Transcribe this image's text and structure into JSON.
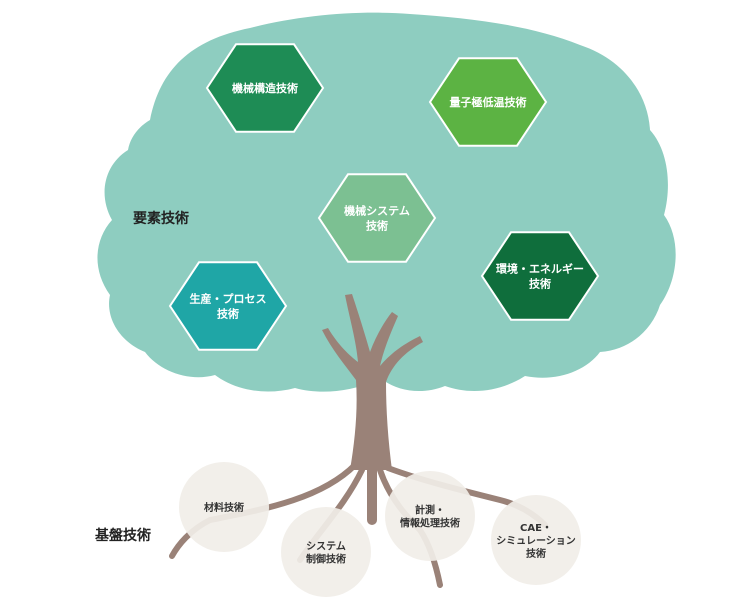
{
  "colors": {
    "canopy": "#8ecdc0",
    "trunk": "#9a8278",
    "root_circle": "#f1eee8",
    "hex_text": "#ffffff"
  },
  "labels": {
    "element_tech": "要素技術",
    "base_tech": "基盤技術"
  },
  "element_nodes": [
    {
      "id": "mech-structure",
      "lines": [
        "機械構造技術"
      ],
      "color": "#1e8c55"
    },
    {
      "id": "quantum-cryo",
      "lines": [
        "量子極低温技術"
      ],
      "color": "#5cb343"
    },
    {
      "id": "mech-system",
      "lines": [
        "機械システム",
        "技術"
      ],
      "color": "#7cc092"
    },
    {
      "id": "production-process",
      "lines": [
        "生産・プロセス",
        "技術"
      ],
      "color": "#1fa6a6"
    },
    {
      "id": "environment-energy",
      "lines": [
        "環境・エネルギー",
        "技術"
      ],
      "color": "#0f6e3c"
    }
  ],
  "base_nodes": [
    {
      "id": "materials",
      "lines": [
        "材料技術"
      ]
    },
    {
      "id": "system-control",
      "lines": [
        "システム",
        "制御技術"
      ]
    },
    {
      "id": "measurement-info",
      "lines": [
        "計測・",
        "情報処理技術"
      ]
    },
    {
      "id": "cae-simulation",
      "lines": [
        "CAE・",
        "シミュレーション",
        "技術"
      ]
    }
  ]
}
